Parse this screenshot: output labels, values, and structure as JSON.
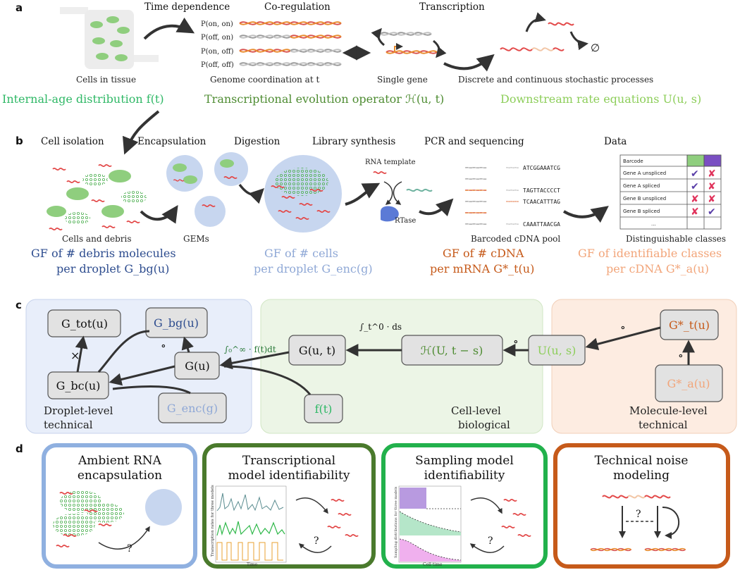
{
  "panel_a": {
    "letter": "a",
    "time_dependence": "Time dependence",
    "coregulation": "Co-regulation",
    "transcription": "Transcription",
    "cells_in_tissue": "Cells in tissue",
    "p_on_on": "P(on, on)",
    "p_off_on": "P(off, on)",
    "p_on_off": "P(on, off)",
    "p_off_off": "P(off, off)",
    "genome_coord": "Genome coordination at t",
    "single_gene": "Single gene",
    "stochastic": "Discrete and continuous stochastic processes",
    "empty_set": "∅",
    "internal_age": "Internal-age distribution f(t)",
    "evolution_operator": "Transcriptional evolution operator ℋ(u, t)",
    "downstream": "Downstream rate equations U(u, s)"
  },
  "panel_b": {
    "letter": "b",
    "cell_isolation": "Cell isolation",
    "encapsulation": "Encapsulation",
    "digestion": "Digestion",
    "library": "Library synthesis",
    "pcr": "PCR and sequencing",
    "data": "Data",
    "rna_template": "RNA template",
    "rtase": "RTase",
    "cells_debris": "Cells and debris",
    "gems": "GEMs",
    "barcoded_pool": "Barcoded cDNA pool",
    "distinguishable": "Distinguishable classes",
    "gf_debris_1": "GF of # debris molecules",
    "gf_debris_2": "per droplet G_bg(u)",
    "gf_cells_1": "GF of # cells",
    "gf_cells_2": "per droplet G_enc(g)",
    "gf_cdna_1": "GF of # cDNA",
    "gf_cdna_2": "per mRNA G*_t(u)",
    "gf_classes_1": "GF of identifiable classes",
    "gf_classes_2": "per cDNA G*_a(u)",
    "sequences": [
      "ATCGGAAATCG",
      "TAGTTACCCCT",
      "TCAACATTTAG",
      "CAAATTAACGA"
    ],
    "table_header": "Barcode",
    "table_rows": [
      "Gene A unspliced",
      "Gene A spliced",
      "Gene B unspliced",
      "Gene B spliced",
      "..."
    ],
    "check": "✔",
    "cross": "✘"
  },
  "panel_c": {
    "letter": "c",
    "g_tot": "G_tot(u)",
    "g_bg": "G_bg(u)",
    "g_bc": "G_bc(u)",
    "g_u": "G(u)",
    "g_enc": "G_enc(g)",
    "g_ut": "G(u, t)",
    "h_op": "ℋ(U, t − s)",
    "u_us": "U(u, s)",
    "f_t": "f(t)",
    "gt_star": "G*_t(u)",
    "ga_star": "G*_a(u)",
    "times": "×",
    "compose": "∘",
    "integral_outer": "∫₀^∞ · f(t)dt",
    "integral_inner": "∫_t^0 · ds",
    "droplet_label_1": "Droplet-level",
    "droplet_label_2": "technical",
    "cell_label_1": "Cell-level",
    "cell_label_2": "biological",
    "molecule_label_1": "Molecule-level",
    "molecule_label_2": "technical"
  },
  "panel_d": {
    "letter": "d",
    "box1_title_1": "Ambient RNA",
    "box1_title_2": "encapsulation",
    "box2_title_1": "Transcriptional",
    "box2_title_2": "model identifiability",
    "box3_title_1": "Sampling model",
    "box3_title_2": "identifiability",
    "box4_title_1": "Technical noise",
    "box4_title_2": "modeling",
    "question": "?",
    "transcription_axis": "Transcription rates for three models",
    "time_axis": "Time",
    "sampling_axis": "Sampling distributions for three models",
    "celltime_axis": "Cell time"
  },
  "colors": {
    "green": "#2fb866",
    "olive": "#4e8c32",
    "lime": "#8dce5a",
    "blue": "#2e4d8f",
    "light_blue": "#8fa8d6",
    "orange": "#c65a1a",
    "peach": "#f2a57a",
    "box_d1": "#8fb0e0",
    "box_d2": "#4a7a2c",
    "box_d3": "#22b14c",
    "box_d4": "#c65a1a"
  }
}
